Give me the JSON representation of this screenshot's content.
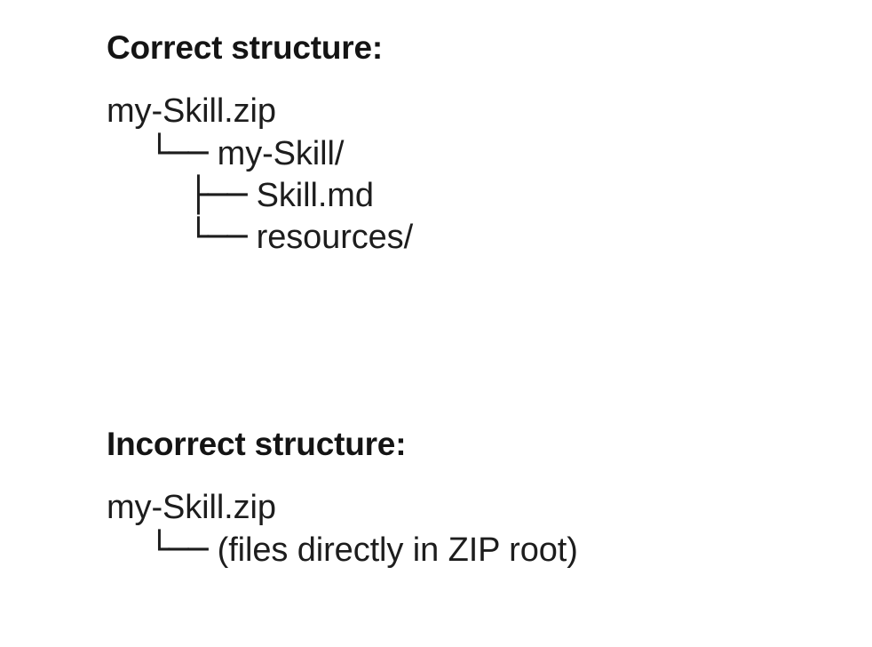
{
  "document": {
    "background_color": "#ffffff",
    "text_color": "#1a1a1a",
    "heading_color": "#141414"
  },
  "sections": [
    {
      "id": "correct",
      "heading": "Correct structure:",
      "rows": [
        {
          "level": 0,
          "branch": "",
          "label": "my-Skill.zip"
        },
        {
          "level": 1,
          "branch": "└──",
          "label": "my-Skill/"
        },
        {
          "level": 2,
          "branch": "├──",
          "label": "Skill.md"
        },
        {
          "level": 2,
          "branch": "└──",
          "label": "resources/"
        }
      ]
    },
    {
      "id": "incorrect",
      "heading": "Incorrect structure:",
      "rows": [
        {
          "level": 0,
          "branch": "",
          "label": "my-Skill.zip"
        },
        {
          "level": 1,
          "branch": "└──",
          "label": "(files directly in ZIP root)"
        }
      ]
    }
  ]
}
